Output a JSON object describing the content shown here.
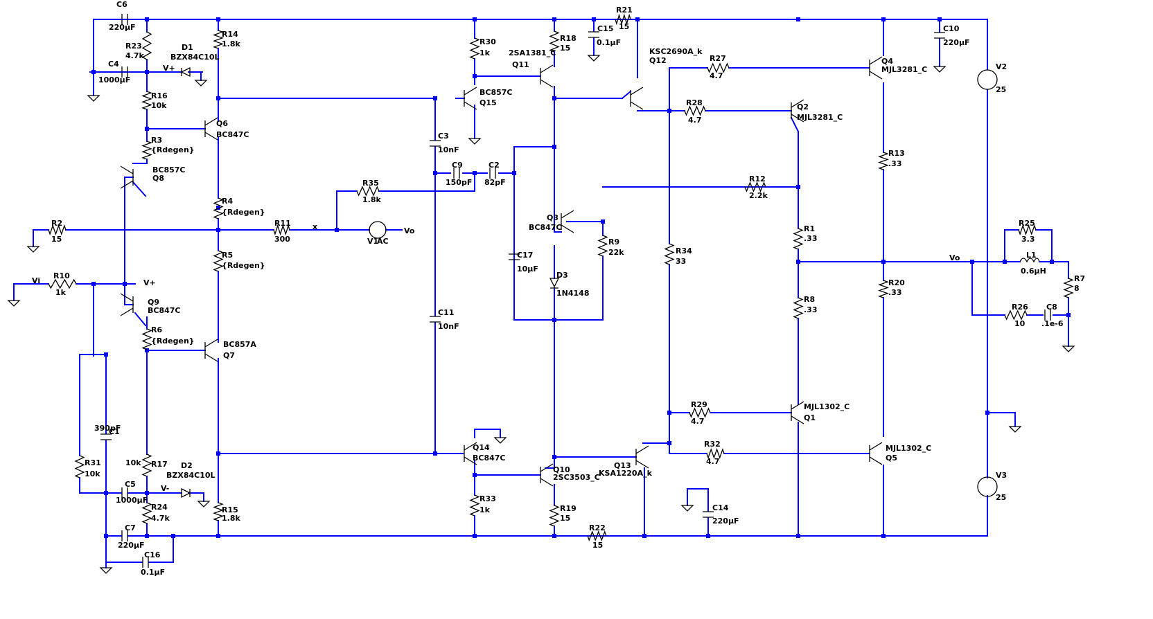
{
  "labels": {
    "C6": "C6",
    "C6v": "220µF",
    "R23": "R23",
    "R23v": "4.7k",
    "D1": "D1",
    "D1v": "BZX84C10L",
    "Vplus1": "V+",
    "C4": "C4",
    "C4v": "1000µF",
    "R14": "R14",
    "R14v": "1.8k",
    "R16": "R16",
    "R16v": "10k",
    "Q6": "Q6",
    "Q6v": "BC847C",
    "R3": "R3",
    "R3v": "{Rdegen}",
    "Q8v": "BC857C",
    "Q8": "Q8",
    "R4": "R4",
    "R4v": "{Rdegen}",
    "R2": "R2",
    "R2v": "15",
    "R11": "R11",
    "R11v": "300",
    "x": "x",
    "R35": "R35",
    "R35v": "1.8k",
    "V1": "V1",
    "V1ac": "AC",
    "Vo1": "Vo",
    "R5": "R5",
    "R5v": "{Rdegen}",
    "Vi": "Vi",
    "R10": "R10",
    "R10v": "1k",
    "Q9": "Q9",
    "Q9v": "BC847C",
    "Vplus2": "V+",
    "R6": "R6",
    "R6v": "{Rdegen}",
    "Q7v": "BC857A",
    "Q7": "Q7",
    "C1": "C1",
    "C1v": "390pF",
    "R17v": "10k",
    "R17": "R17",
    "R31": "R31",
    "R31v": "10k",
    "D2": "D2",
    "D2v": "BZX84C10L",
    "C5": "C5",
    "C5v": "1000µF",
    "Vminus": "V-",
    "R24": "R24",
    "R24v": "4.7k",
    "R15": "R15",
    "R15v": "1.8k",
    "C7": "C7",
    "C7v": "220µF",
    "C16": "C16",
    "C16v": "0.1µF",
    "R30": "R30",
    "R30v": "1k",
    "Q15v": "BC857C",
    "Q15": "Q15",
    "C3": "C3",
    "C3v": "10nF",
    "C9": "C9",
    "C9v": "150pF",
    "C2": "C2",
    "C2v": "82pF",
    "C11": "C11",
    "C11v": "10nF",
    "Q14": "Q14",
    "Q14v": "BC847C",
    "R33": "R33",
    "R33v": "1k",
    "R18": "R18",
    "R18v": "15",
    "Q11v": "2SA1381_C",
    "Q11": "Q11",
    "C15": "C15",
    "C15v": "0.1µF",
    "R21": "R21",
    "R21v": "15",
    "Q3": "Q3",
    "Q3v": "BC847C",
    "C17": "C17",
    "C17v": "10µF",
    "D3": "D3",
    "D3v": "1N4148",
    "R9": "R9",
    "R9v": "22k",
    "Q10": "Q10",
    "Q10v": "2SC3503_C",
    "R19": "R19",
    "R19v": "15",
    "R22": "R22",
    "R22v": "15",
    "Q12v": "KSC2690A_k",
    "Q12": "Q12",
    "Q13": "Q13",
    "Q13v": "KSA1220A_k",
    "R27": "R27",
    "R27v": "4.7",
    "R28": "R28",
    "R28v": "4.7",
    "R12": "R12",
    "R12v": "2.2k",
    "R34": "R34",
    "R34v": "33",
    "R29": "R29",
    "R29v": "4.7",
    "R32": "R32",
    "R32v": "4.7",
    "C14": "C14",
    "C14v": "220µF",
    "Q2": "Q2",
    "Q2v": "MJL3281_C",
    "R1": "R1",
    "R1v": ".33",
    "R8": "R8",
    "R8v": ".33",
    "Q1v": "MJL1302_C",
    "Q1": "Q1",
    "Q4": "Q4",
    "Q4v": "MJL3281_C",
    "R13": "R13",
    "R13v": ".33",
    "R20": "R20",
    "R20v": ".33",
    "Q5v": "MJL1302_C",
    "Q5": "Q5",
    "C10": "C10",
    "C10v": "220µF",
    "V2": "V2",
    "V2v": "25",
    "V3": "V3",
    "V3v": "25",
    "R25": "R25",
    "R25v": "3.3",
    "L1": "L1",
    "L1v": "0.6µH",
    "Vo2": "Vo",
    "R7": "R7",
    "R7v": "8",
    "R26": "R26",
    "R26v": "10",
    "C8": "C8",
    "C8v": ".1e-6"
  },
  "styles": {
    "wire_color": "#0000ff",
    "component_color": "#000000",
    "background": "#ffffff"
  }
}
